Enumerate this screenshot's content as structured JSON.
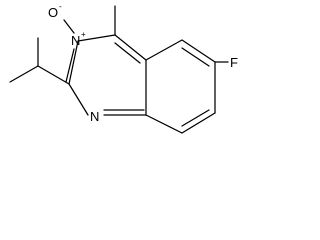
{
  "structure": {
    "atoms": {
      "oxygen": "O",
      "oxygen_charge": "-",
      "n3": "N",
      "n3_charge": "+",
      "n1": "N",
      "fluorine": "F"
    }
  }
}
